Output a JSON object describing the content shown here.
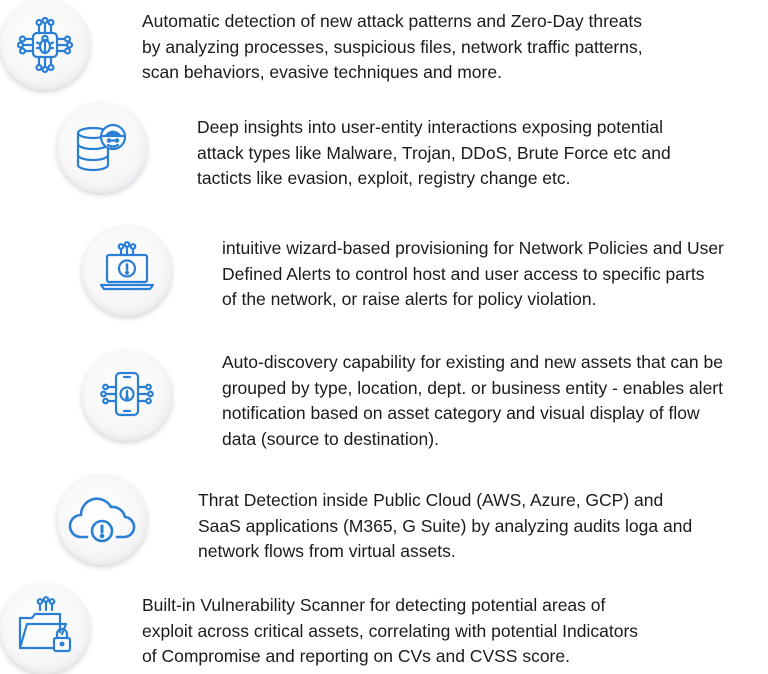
{
  "features": [
    {
      "icon": "bug-chip-icon",
      "lines": [
        "Automatic detection of new attack patterns and Zero-Day threats",
        "by analyzing processes, suspicious files, network traffic patterns,",
        "scan behaviors, evasive techniques and more."
      ]
    },
    {
      "icon": "database-spy-icon",
      "lines": [
        "Deep insights into user-entity interactions exposing potential",
        "attack types like Malware, Trojan, DDoS, Brute Force etc and",
        "tacticts like evasion, exploit, registry change etc."
      ]
    },
    {
      "icon": "laptop-alert-icon",
      "lines": [
        "intuitive wizard-based provisioning for Network Policies and User",
        "Defined Alerts to control host and user access to specific parts",
        "of the network, or raise alerts for policy violation."
      ]
    },
    {
      "icon": "mobile-alert-icon",
      "lines": [
        "Auto-discovery capability for existing and new assets that can be",
        "grouped by type, location, dept. or business entity - enables alert",
        "notification based on asset category and visual display of flow",
        "data (source to destination)."
      ]
    },
    {
      "icon": "cloud-alert-icon",
      "lines": [
        "Thrat Detection inside Public Cloud (AWS, Azure, GCP) and",
        "SaaS applications (M365, G Suite) by analyzing audits loga and",
        "network flows from virtual assets."
      ]
    },
    {
      "icon": "folder-lock-icon",
      "lines": [
        "Built-in Vulnerability Scanner for detecting potential areas of",
        "exploit across critical assets, correlating with potential Indicators",
        "of Compromise and reporting on CVs and CVSS score."
      ]
    }
  ],
  "colors": {
    "accent": "#2a7fd4",
    "text": "#1b1b1b"
  }
}
